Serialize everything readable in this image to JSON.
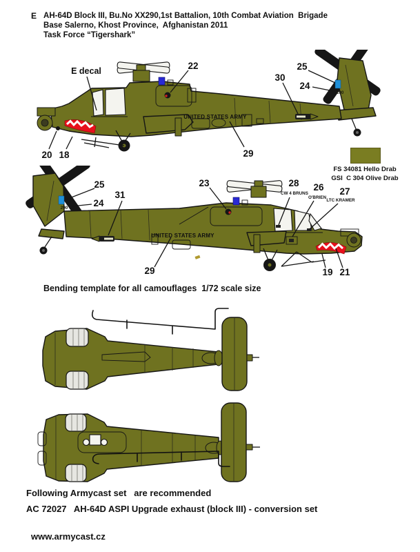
{
  "header": {
    "variant_letter": "E",
    "line1": "AH-64D Block III, Bu.No XX290,1st Battalion, 10th Combat Aviation  Brigade",
    "line2": "Base Salerno, Khost Province,  Afghanistan 2011",
    "line3": "Task Force “Tigershark”"
  },
  "fig1": {
    "callouts": {
      "e_decal": "E decal",
      "n22": "22",
      "n30": "30",
      "n25": "25",
      "n24": "24",
      "n20": "20",
      "n18": "18",
      "n29": "29"
    },
    "fuselage_text": "UNITED STATES ARMY",
    "tail_number": "290"
  },
  "paint": {
    "fs_line": "FS 34081 Hello Drab",
    "gsi_line": "GSI  C 304 Olive Drab",
    "swatch_color": "#7a7d22"
  },
  "fig2": {
    "callouts": {
      "n25": "25",
      "n24": "24",
      "n31": "31",
      "n23": "23",
      "n28": "28",
      "n26": "26",
      "n27": "27",
      "n29": "29",
      "n19": "19",
      "n21": "21"
    },
    "names": {
      "n28": "CW 4 BRUNS",
      "n26": "O'BRIEN",
      "n27": "LTC KRAMER"
    },
    "fuselage_text": "UNITED STATES ARMY",
    "tail_number": "290"
  },
  "template_section": {
    "heading": "Bending template for all camouflages  1/72 scale size"
  },
  "footer": {
    "recommend_line": "Following Armycast set   are recommended",
    "set_line": "AC 72027   AH-64D ASPI Upgrade exhaust (block III) - conversion set",
    "website": "www.armycast.cz"
  },
  "colors": {
    "airframe_olive": "#6f7220",
    "swatch_olive": "#7a7d22",
    "shark_mouth_red": "#e8101c",
    "tail_decal_blue": "#2090d8",
    "spine_decal_blue": "#2a2ad4"
  }
}
